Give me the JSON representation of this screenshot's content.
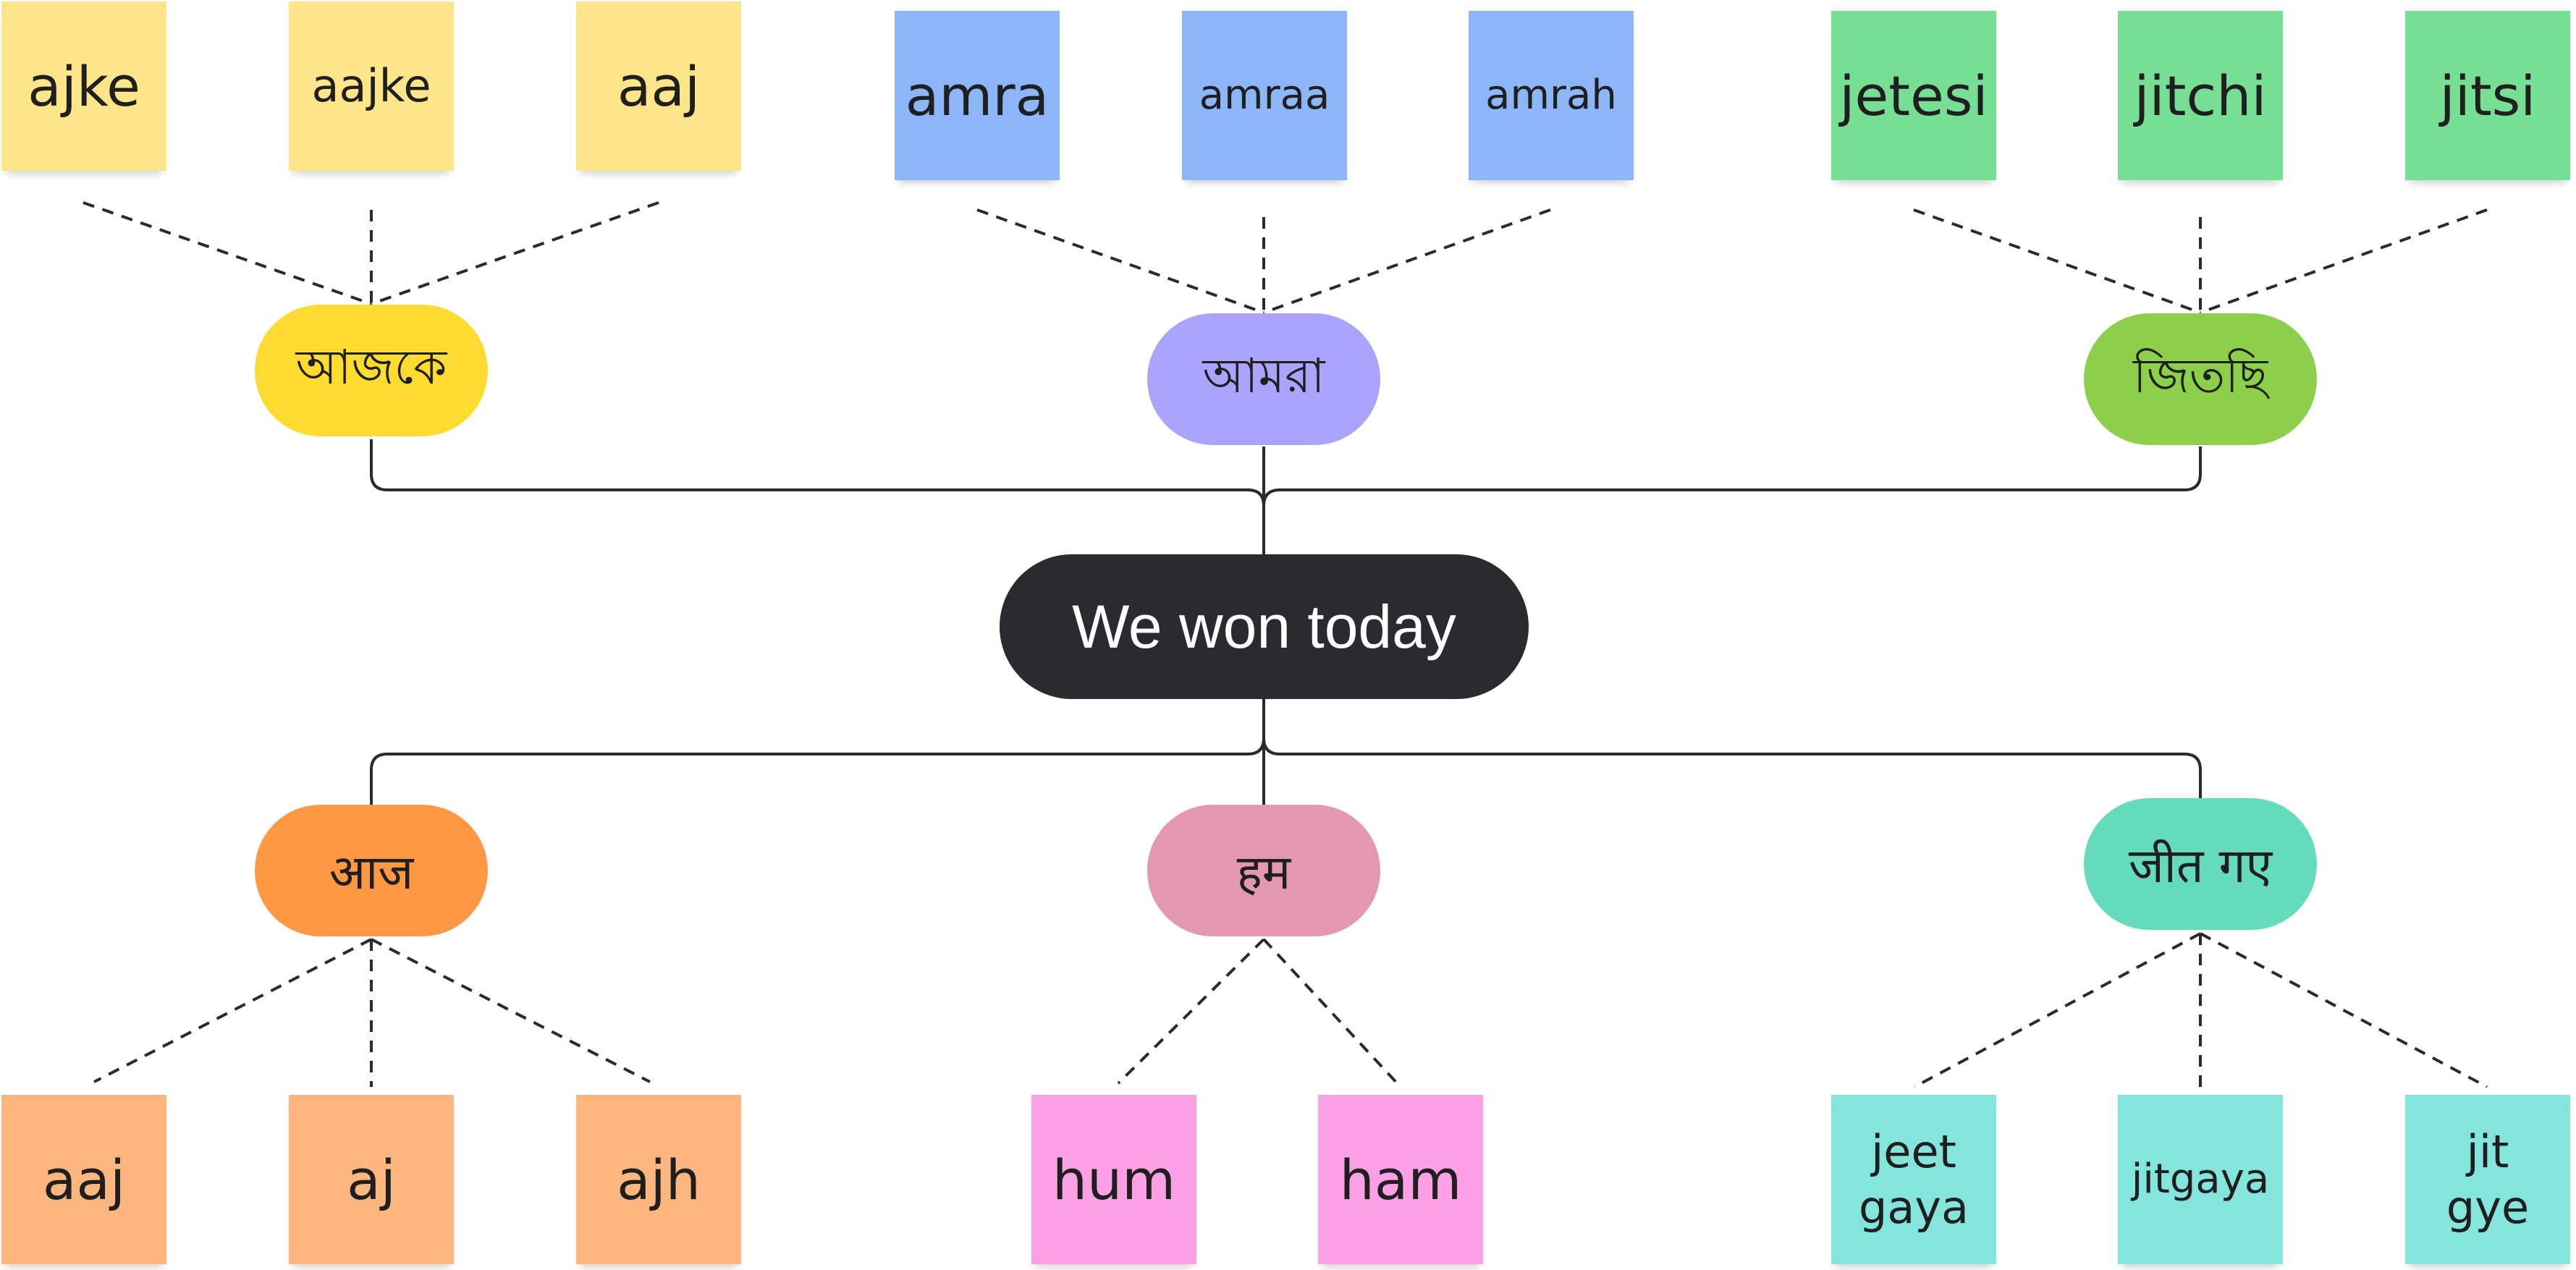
{
  "central_node": {
    "label": "We won today"
  },
  "top_branches": [
    {
      "label": "আজকে",
      "color": "#fedb31",
      "notes": [
        {
          "text": "ajke",
          "color": "#fde58a"
        },
        {
          "text": "aajke",
          "color": "#fde58a"
        },
        {
          "text": "aaj",
          "color": "#fde58a"
        }
      ]
    },
    {
      "label": "আমরা",
      "color": "#aba4fd",
      "notes": [
        {
          "text": "amra",
          "color": "#8db6f9"
        },
        {
          "text": "amraa",
          "color": "#8db6f9"
        },
        {
          "text": "amrah",
          "color": "#8db6f9"
        }
      ]
    },
    {
      "label": "জিতছি",
      "color": "#8bcf4a",
      "notes": [
        {
          "text": "jetesi",
          "color": "#77df93"
        },
        {
          "text": "jitchi",
          "color": "#77df93"
        },
        {
          "text": "jitsi",
          "color": "#77df93"
        }
      ]
    }
  ],
  "bottom_branches": [
    {
      "label": "आज",
      "color": "#fe9842",
      "notes": [
        {
          "text": "aaj",
          "color": "#fdb67d"
        },
        {
          "text": "aj",
          "color": "#fdb67d"
        },
        {
          "text": "ajh",
          "color": "#fdb67d"
        }
      ]
    },
    {
      "label": "हम",
      "color": "#e497b1",
      "notes": [
        {
          "text": "hum",
          "color": "#fda0e6"
        },
        {
          "text": "ham",
          "color": "#fda0e6"
        }
      ]
    },
    {
      "label": "जीत गए",
      "color": "#64dcbc",
      "notes": [
        {
          "text": "jeet\ngaya",
          "color": "#84e5dc"
        },
        {
          "text": "jitgaya",
          "color": "#84e5dc"
        },
        {
          "text": "jit\ngye",
          "color": "#84e5dc"
        }
      ]
    }
  ]
}
